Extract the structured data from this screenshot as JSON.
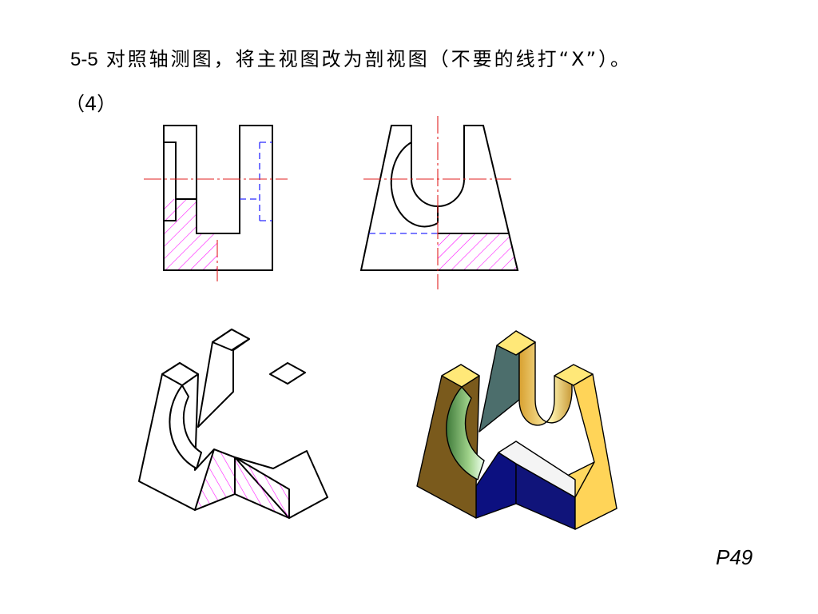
{
  "problem": {
    "number": "5-5",
    "instruction": "对照轴测图，将主视图改为剖视图（不要的线打“X”）。",
    "sub_number": "（4）"
  },
  "page_label": "P49",
  "colors": {
    "outline": "#000000",
    "center_line": "#e02020",
    "hidden_line": "#2a2aff",
    "hatch": "#ff00ff",
    "model_top": "#ffe070",
    "model_front": "#4a6b6b",
    "model_side_dark": "#6a5020",
    "model_section": "#0c1080",
    "model_inner_arc": "#5f9b50"
  }
}
